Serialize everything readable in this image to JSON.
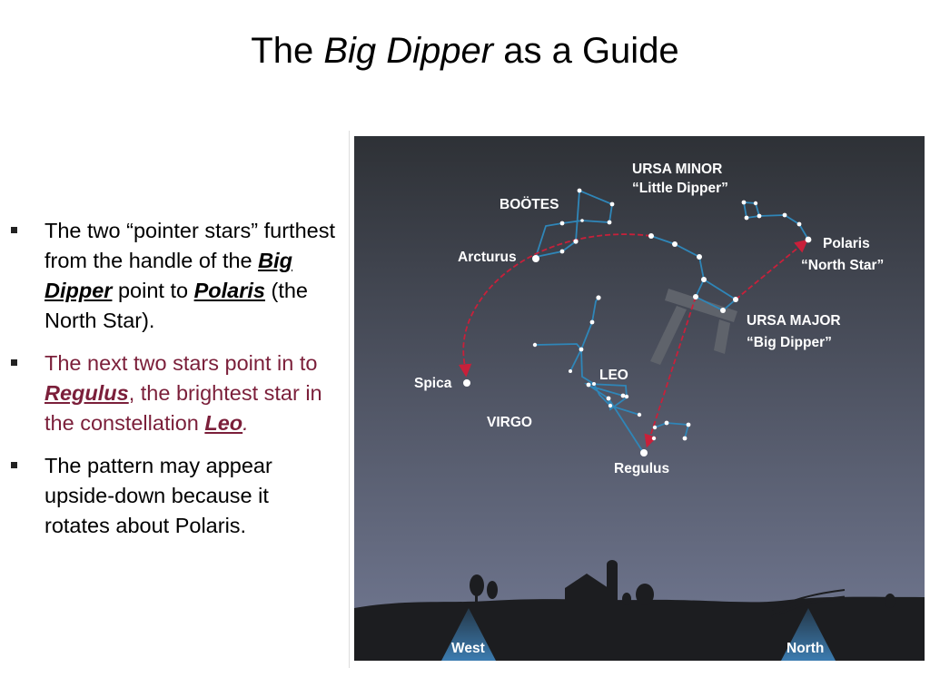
{
  "slide": {
    "title_pre": "The ",
    "title_em": "Big Dipper",
    "title_post": " as a Guide"
  },
  "bullets": [
    {
      "t1": "The two “pointer stars” furthest from the handle of the ",
      "em1": "Big Dipper",
      "t2": " point to ",
      "em2": "Polaris",
      "t3": " (the North Star)."
    },
    {
      "t1": "The next two stars point in to ",
      "em1": "Regulus",
      "t2": ", the brightest star in the constellation ",
      "em2": "Leo",
      "t3": "."
    },
    {
      "t1": "The pattern may appear upside-down because it rotates about Polaris."
    }
  ],
  "sky_chart": {
    "labels": {
      "ursa_minor": "URSA MINOR",
      "little_dipper": "“Little Dipper”",
      "bootes": "BOÖTES",
      "arcturus": "Arcturus",
      "polaris": "Polaris",
      "north_star": "“North Star”",
      "ursa_major": "URSA MAJOR",
      "big_dipper": "“Big Dipper”",
      "spica": "Spica",
      "leo": "LEO",
      "virgo": "VIRGO",
      "regulus": "Regulus",
      "west": "West",
      "north": "North"
    },
    "colors": {
      "sky_top": "#2e3136",
      "sky_bottom": "#737a94",
      "ground": "#1c1d20",
      "constellation_line": "#2f86b8",
      "pointer_arrow": "#c8203a",
      "star": "#ffffff",
      "direction_beam": "#3f86c0"
    }
  }
}
